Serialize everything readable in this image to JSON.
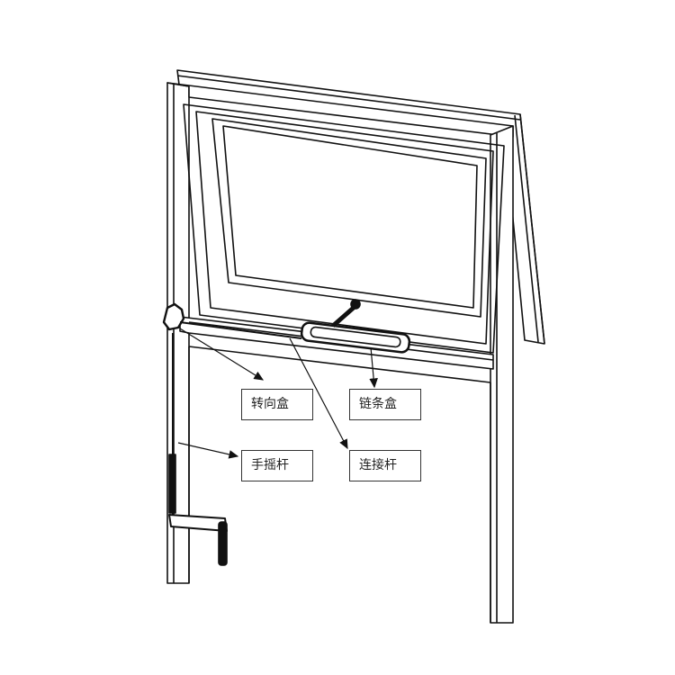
{
  "labels": {
    "steering_box": "转向盒",
    "chain_box": "链条盒",
    "hand_crank": "手摇杆",
    "connecting_rod": "连接杆"
  },
  "colors": {
    "line": "#111111",
    "box_border": "#333333"
  }
}
